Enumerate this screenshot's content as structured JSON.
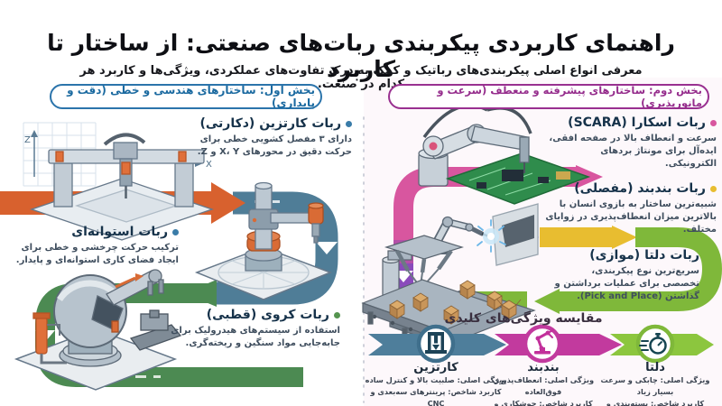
{
  "header": {
    "title": "راهنمای کاربردی پیکربندی ربات‌های صنعتی: از ساختار تا کاربرد",
    "subtitle": "معرفی انواع اصلی پیکربندی‌های رباتیک و کمک به درک تفاوت‌های عملکردی، ویژگی‌ها و کاربرد هر کدام در صنعت."
  },
  "section_one": {
    "badge": "بخش اول: ساختارهای هندسی و خطی (دقت و پایداری)",
    "accent": "#1b6aa0",
    "axes": {
      "z": "Z",
      "x": "X"
    },
    "items": [
      {
        "title": "ربات کارتزین (دکارتی)",
        "description": "دارای ۳ مفصل کشویی خطی برای حرکت دقیق در محورهای X، Y و Z."
      },
      {
        "title": "ربات استوانه‌ای",
        "description": "ترکیب حرکت چرخشی و خطی برای ایجاد فضای کاری استوانه‌ای و پایدار."
      },
      {
        "title": "ربات کروی (قطبی)",
        "description": "استفاده از سیستم‌های هیدرولیک برای جابه‌جایی مواد سنگین و ریخته‌گری."
      }
    ]
  },
  "section_two": {
    "badge": "بخش دوم: ساختارهای پیشرفته و منعطف (سرعت و مانورپذیری)",
    "accent": "#952d8c",
    "items": [
      {
        "title": "ربات اسکارا (SCARA)",
        "description": "سرعت و انعطاف بالا در صفحه افقی، ایده‌آل برای مونتاژ بردهای الکترونیکی."
      },
      {
        "title": "ربات بندبند (مفصلی)",
        "description": "شبیه‌ترین ساختار به بازوی انسان با بالاترین میزان انعطاف‌پذیری در زوایای مختلف."
      },
      {
        "title": "ربات دلتا (موازی)",
        "description": "سریع‌ترین نوع پیکربندی، تخصصی برای عملیات برداشتن و گذاشتن (Pick and Place)."
      }
    ]
  },
  "comparison": {
    "heading": "مقایسه ویژگی‌های کلیدی",
    "columns": [
      {
        "name": "کارتزین",
        "icon": "press-machine-icon",
        "color": "#4e7e9b",
        "feature": "ویژگی اصلی: صلبیت بالا و کنترل ساده",
        "application": "کاربرد شاخص: پرینترهای سه‌بعدی و CNC"
      },
      {
        "name": "بندبند",
        "icon": "robot-arm-icon",
        "color": "#c23a9e",
        "feature": "ویژگی اصلی: انعطاف‌پذیری فوق‌العاده",
        "application": "کاربرد شاخص: جوشکاری و رنگ‌آمیزی"
      },
      {
        "name": "دلتا",
        "icon": "stopwatch-icon",
        "color": "#8cc63e",
        "feature": "ویژگی اصلی: چابکی و سرعت بسیار زیاد",
        "application": "کاربرد شاخص: بسته‌بندی و دسته‌بندی سریع"
      }
    ]
  },
  "palette": {
    "orange": "#d8612e",
    "steel_blue": "#4f7d97",
    "green": "#4c8a52",
    "magenta": "#d8569f",
    "purple": "#8a4bbb",
    "yellow": "#e8bd30",
    "light_green": "#7fb83a"
  }
}
